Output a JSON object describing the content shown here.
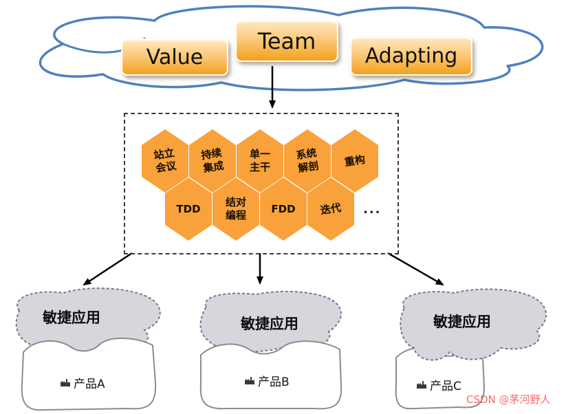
{
  "cloud": {
    "items": [
      {
        "label": "Value"
      },
      {
        "label": "Team"
      },
      {
        "label": "Adapting"
      }
    ]
  },
  "hexagons": {
    "row1": [
      {
        "l1": "站立",
        "l2": "会议"
      },
      {
        "l1": "持续",
        "l2": "集成"
      },
      {
        "l1": "单一",
        "l2": "主干"
      },
      {
        "l1": "系统",
        "l2": "解剖"
      },
      {
        "l1": "重构"
      }
    ],
    "row2": [
      {
        "l1": "TDD"
      },
      {
        "l1": "结对",
        "l2": "编程"
      },
      {
        "l1": "FDD"
      },
      {
        "l1": "迭代"
      }
    ],
    "more": "..."
  },
  "applications": [
    {
      "label": "敏捷应用",
      "product": "产品A"
    },
    {
      "label": "敏捷应用",
      "product": "产品B"
    },
    {
      "label": "敏捷应用",
      "product": "产品C"
    }
  ],
  "watermark": "CSDN @茅河野人",
  "colors": {
    "cloud_stroke": "#4f81bd",
    "box_orange": "#f3a11c",
    "hex_orange": "#f9a13a",
    "blob_fill": "#d8d5dc",
    "watermark": "#fb6a6a"
  }
}
